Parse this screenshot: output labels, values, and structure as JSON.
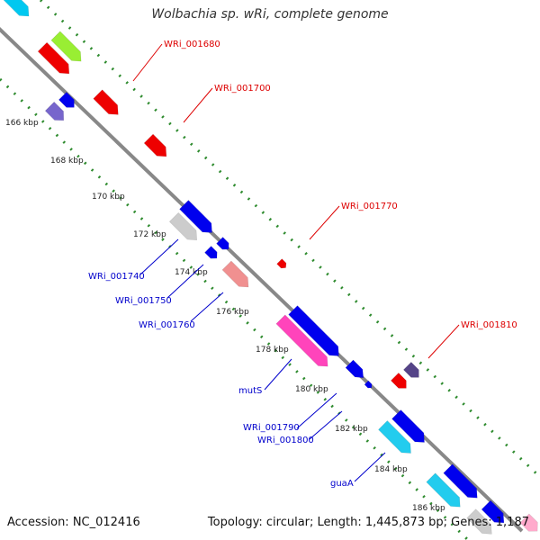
{
  "title": "Wolbachia sp. wRi, complete genome",
  "footer": {
    "accession": "Accession: NC_012416",
    "summary": "Topology: circular; Length: 1,445,873 bp; Genes: 1,187"
  },
  "colors": {
    "backbone": "#888888",
    "tick": "#2e8b2e",
    "forward_label": "#dd0000",
    "reverse_label": "#0000cc"
  },
  "kbp_ticks": [
    "166 kbp",
    "168 kbp",
    "170 kbp",
    "172 kbp",
    "174 kbp",
    "176 kbp",
    "178 kbp",
    "180 kbp",
    "182 kbp",
    "184 kbp",
    "186 kbp"
  ],
  "forward_labels": [
    "WRi_001680",
    "WRi_001700",
    "WRi_001770",
    "WRi_001810"
  ],
  "reverse_labels": [
    "WRi_001740",
    "WRi_001750",
    "WRi_001760",
    "mutS",
    "WRi_001790",
    "WRi_001800",
    "guaA"
  ],
  "features": [
    {
      "color": "#00c8f0"
    },
    {
      "color": "#99ee33"
    },
    {
      "color": "#ee0000"
    },
    {
      "color": "#0000ee"
    },
    {
      "color": "#7766cc"
    },
    {
      "color": "#ee0000"
    },
    {
      "color": "#ee0000"
    },
    {
      "color": "#0000ee"
    },
    {
      "color": "#cccccc"
    },
    {
      "color": "#0000ee"
    },
    {
      "color": "#0000ee"
    },
    {
      "color": "#ee0000"
    },
    {
      "color": "#f09090"
    },
    {
      "color": "#0000ee"
    },
    {
      "color": "#ff44bb"
    },
    {
      "color": "#0000ee"
    },
    {
      "color": "#0000ee"
    },
    {
      "color": "#ee0000"
    },
    {
      "color": "#554488"
    },
    {
      "color": "#0000ee"
    },
    {
      "color": "#22ccee"
    },
    {
      "color": "#0000ee"
    },
    {
      "color": "#22ccee"
    },
    {
      "color": "#0000ee"
    },
    {
      "color": "#cccccc"
    },
    {
      "color": "#ffaacc"
    }
  ]
}
